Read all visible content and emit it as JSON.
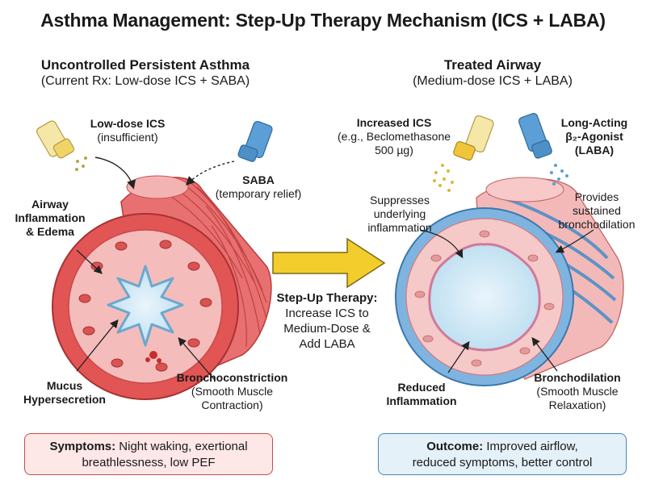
{
  "title": "Asthma Management: Step-Up Therapy Mechanism (ICS + LABA)",
  "left": {
    "heading": "Uncontrolled Persistent Asthma",
    "subheading": "(Current Rx: Low-dose ICS + SABA)",
    "low_ics_title": "Low-dose ICS",
    "low_ics_sub": "(insufficient)",
    "saba_title": "SABA",
    "saba_sub": "(temporary relief)",
    "inflammation_l1": "Airway",
    "inflammation_l2": "Inflammation",
    "inflammation_l3": "& Edema",
    "mucus_l1": "Mucus",
    "mucus_l2": "Hypersecretion",
    "broncho_title": "Bronchoconstriction",
    "broncho_l1": "(Smooth Muscle",
    "broncho_l2": "Contraction)",
    "symptoms_label": "Symptoms:",
    "symptoms_text_l1": "Night waking, exertional",
    "symptoms_text_l2": "breathlessness, low PEF"
  },
  "center": {
    "step_title": "Step-Up Therapy:",
    "step_l1": "Increase ICS to",
    "step_l2": "Medium-Dose &",
    "step_l3": "Add LABA"
  },
  "right": {
    "heading": "Treated Airway",
    "subheading": "(Medium-dose ICS + LABA)",
    "ics_title": "Increased ICS",
    "ics_l1": "(e.g., Beclomethasone",
    "ics_l2": "500 µg)",
    "laba_l1": "Long-Acting",
    "laba_l2": "β₂-Agonist",
    "laba_l3": "(LABA)",
    "suppress_l1": "Suppresses",
    "suppress_l2": "underlying",
    "suppress_l3": "inflammation",
    "provides_l1": "Provides",
    "provides_l2": "sustained",
    "provides_l3": "bronchodilation",
    "reduced_l1": "Reduced",
    "reduced_l2": "Inflammation",
    "bronchodil_title": "Bronchodilation",
    "bronchodil_l1": "(Smooth Muscle",
    "bronchodil_l2": "Relaxation)",
    "outcome_label": "Outcome:",
    "outcome_text_l1": "Improved airflow,",
    "outcome_text_l2": "reduced symptoms, better control"
  },
  "colors": {
    "muscle_red": "#e65a5a",
    "tissue_pink": "#f6c3c3",
    "muscle_blue": "#5c9ed6",
    "arrow_yellow": "#f3cd2b",
    "inhaler_yellow": "#f1d468",
    "inhaler_blue": "#4d8fc7"
  }
}
